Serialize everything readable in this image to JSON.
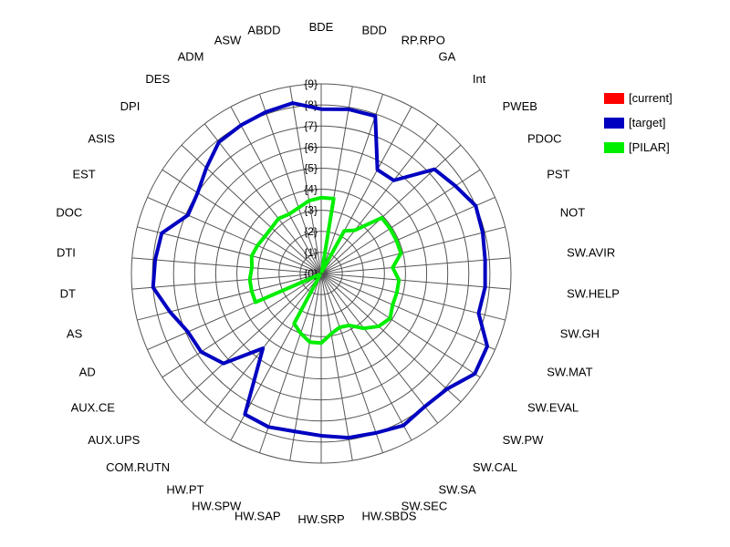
{
  "chart_data": {
    "type": "radar",
    "axes": [
      "BDE",
      "BDD",
      "RP.RPO",
      "GA",
      "Int",
      "PWEB",
      "PDOC",
      "PST",
      "NOT",
      "SW.AVIR",
      "SW.HELP",
      "SW.GH",
      "SW.MAT",
      "SW.EVAL",
      "SW.PW",
      "SW.CAL",
      "SW.SA",
      "SW.SEC",
      "HW.SBDS",
      "HW.SRP",
      "HW.SAP",
      "HW.SPW",
      "HW.PT",
      "COM.RUTN",
      "AUX.UPS",
      "AUX.CE",
      "AD",
      "AS",
      "DT",
      "DTI",
      "DOC",
      "EST",
      "ASIS",
      "DPI",
      "DES",
      "ADM",
      "ASW",
      "ABDD"
    ],
    "rings": [
      "{0}",
      "{1}",
      "{2}",
      "{3}",
      "{4}",
      "{5}",
      "{6}",
      "{7}",
      "{8}",
      "{9}"
    ],
    "rmax": 9,
    "legend_position": "top-right",
    "series": [
      {
        "name": "[current]",
        "color": "#ff0000",
        "values": []
      },
      {
        "name": "[target]",
        "color": "#0000c0",
        "values": [
          7.8,
          7.9,
          7.9,
          5.6,
          5.6,
          7.3,
          7.6,
          8.0,
          7.9,
          7.8,
          7.8,
          7.7,
          8.6,
          8.7,
          8.1,
          8.0,
          8.2,
          8.0,
          7.9,
          7.7,
          7.6,
          7.7,
          7.6,
          4.5,
          6.3,
          6.8,
          6.9,
          7.4,
          8.0,
          7.9,
          7.8,
          6.9,
          7.0,
          7.4,
          7.9,
          8.0,
          8.1,
          8.2
        ]
      },
      {
        "name": "[PILAR]",
        "color": "#00ee00",
        "values": [
          3.6,
          3.6,
          0.1,
          2.3,
          2.6,
          3.9,
          3.9,
          3.9,
          3.9,
          3.4,
          3.7,
          3.7,
          3.7,
          3.9,
          3.7,
          3.3,
          2.8,
          2.7,
          2.9,
          3.3,
          3.3,
          3.0,
          2.7,
          0.1,
          0.1,
          0.1,
          3.4,
          3.4,
          3.4,
          3.3,
          3.4,
          3.3,
          3.2,
          3.2,
          3.3,
          3.2,
          3.3,
          3.5
        ]
      }
    ]
  }
}
